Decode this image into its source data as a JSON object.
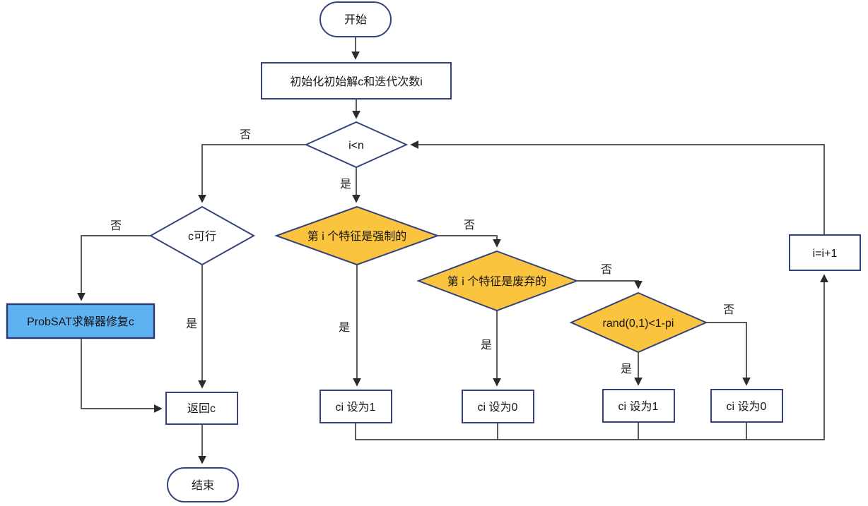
{
  "diagram": {
    "type": "flowchart",
    "language": "zh-CN",
    "colors": {
      "decision_fill": "#FBC43E",
      "repair_fill": "#5FB2F2",
      "node_border": "#36427B",
      "node_fill": "#FFFFFF",
      "connector": "#3F3F3F",
      "background": "#FFFFFF"
    },
    "nodes": {
      "start": {
        "type": "terminator",
        "label": "开始"
      },
      "init": {
        "type": "process",
        "label": "初始化初始解c和迭代次数i"
      },
      "cond_loop": {
        "type": "decision",
        "label": "i<n"
      },
      "cond_feasible": {
        "type": "decision",
        "label": "c可行"
      },
      "probsat_repair": {
        "type": "process-highlight",
        "label": "ProbSAT求解器修复c"
      },
      "return_c": {
        "type": "process",
        "label": "返回c"
      },
      "end": {
        "type": "terminator",
        "label": "结束"
      },
      "cond_mandatory": {
        "type": "decision-highlight",
        "label": "第 i 个特征是强制的"
      },
      "cond_dead": {
        "type": "decision-highlight",
        "label": "第 i 个特征是废弃的"
      },
      "cond_rand": {
        "type": "decision-highlight",
        "label": "rand(0,1)<1-pi"
      },
      "set_ci_1_left": {
        "type": "process",
        "label": "ci 设为1"
      },
      "set_ci_0_left": {
        "type": "process",
        "label": "ci 设为0"
      },
      "set_ci_1_right": {
        "type": "process",
        "label": "ci 设为1"
      },
      "set_ci_0_right": {
        "type": "process",
        "label": "ci 设为0"
      },
      "increment": {
        "type": "process",
        "label": "i=i+1"
      }
    },
    "edge_labels": {
      "loop_no": "否",
      "loop_yes": "是",
      "feasible_no": "否",
      "feasible_yes": "是",
      "mandatory_no": "否",
      "mandatory_yes": "是",
      "dead_no": "否",
      "dead_yes": "是",
      "rand_no": "否",
      "rand_yes": "是"
    }
  }
}
